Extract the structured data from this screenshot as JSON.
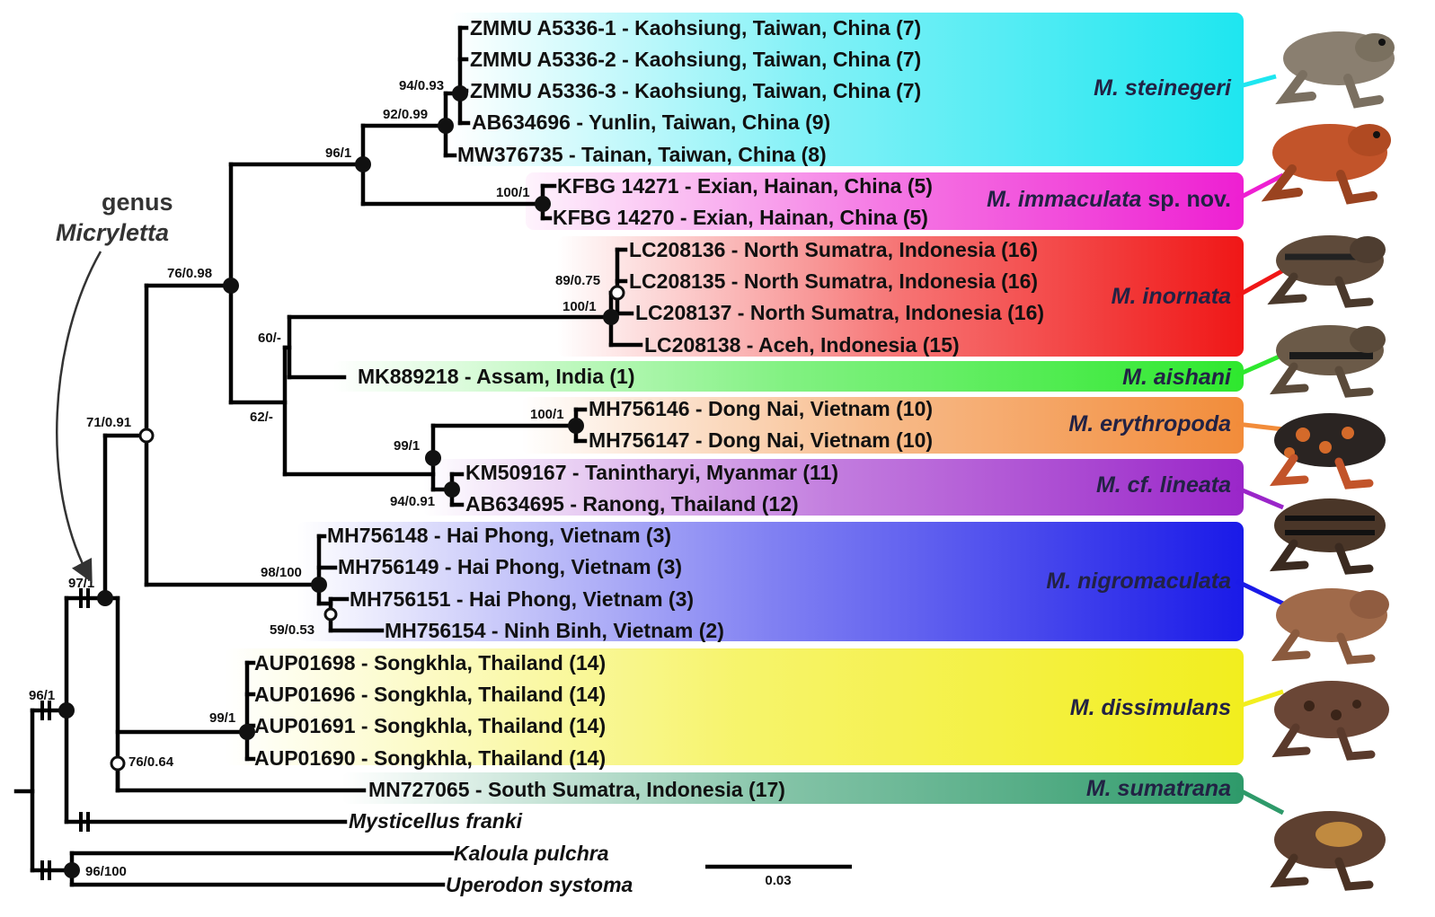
{
  "genus_annotation": {
    "line1": "genus",
    "line2": "Micryletta"
  },
  "scale_bar": {
    "label": "0.03"
  },
  "tips": [
    {
      "label": "ZMMU A5336-1 - Kaohsiung, Taiwan, China (7)"
    },
    {
      "label": "ZMMU A5336-2 - Kaohsiung, Taiwan, China (7)"
    },
    {
      "label": "ZMMU A5336-3 - Kaohsiung, Taiwan, China (7)"
    },
    {
      "label": "AB634696 - Yunlin, Taiwan, China (9)"
    },
    {
      "label": "MW376735  - Tainan, Taiwan, China (8)"
    },
    {
      "label": "KFBG 14271 - Exian, Hainan, China (5)"
    },
    {
      "label": "KFBG 14270 - Exian, Hainan, China (5)"
    },
    {
      "label": "LC208136 - North Sumatra, Indonesia (16)"
    },
    {
      "label": "LC208135 - North Sumatra, Indonesia (16)"
    },
    {
      "label": "LC208137 - North Sumatra, Indonesia (16)"
    },
    {
      "label": "LC208138 - Aceh, Indonesia (15)"
    },
    {
      "label": "MK889218 - Assam, India (1)"
    },
    {
      "label": "MH756146 - Dong Nai, Vietnam (10)"
    },
    {
      "label": "MH756147 - Dong Nai, Vietnam (10)"
    },
    {
      "label": "KM509167 - Tanintharyi, Myanmar (11)"
    },
    {
      "label": "AB634695 - Ranong, Thailand (12)"
    },
    {
      "label": "MH756148 - Hai Phong, Vietnam (3)"
    },
    {
      "label": "MH756149 - Hai Phong, Vietnam (3)"
    },
    {
      "label": "MH756151 - Hai Phong, Vietnam (3)"
    },
    {
      "label": "MH756154 - Ninh Binh, Vietnam (2)"
    },
    {
      "label": "AUP01698 - Songkhla, Thailand (14)"
    },
    {
      "label": "AUP01696 - Songkhla, Thailand (14)"
    },
    {
      "label": "AUP01691 - Songkhla, Thailand (14)"
    },
    {
      "label": "AUP01690 - Songkhla, Thailand (14)"
    },
    {
      "label": "MN727065 - South Sumatra, Indonesia (17)"
    },
    {
      "label": "Mysticellus franki"
    },
    {
      "label": "Kaloula pulchra"
    },
    {
      "label": "Uperodon systoma"
    }
  ],
  "support_values": [
    {
      "label": "94/0.93"
    },
    {
      "label": "92/0.99"
    },
    {
      "label": "96/1"
    },
    {
      "label": "100/1"
    },
    {
      "label": "76/0.98"
    },
    {
      "label": "89/0.75"
    },
    {
      "label": "100/1"
    },
    {
      "label": "60/-"
    },
    {
      "label": "62/-"
    },
    {
      "label": "100/1"
    },
    {
      "label": "99/1"
    },
    {
      "label": "94/0.91"
    },
    {
      "label": "71/0.91"
    },
    {
      "label": "98/100"
    },
    {
      "label": "59/0.53"
    },
    {
      "label": "97/1"
    },
    {
      "label": "99/1"
    },
    {
      "label": "76/0.64"
    },
    {
      "label": "96/1"
    },
    {
      "label": "96/100"
    }
  ],
  "clades": [
    {
      "name": "M. steinegeri",
      "suffix": "",
      "color": "#1ee6f0",
      "photo_color": "#8a7f70"
    },
    {
      "name": "M. immaculata",
      "suffix": " sp. nov.",
      "color": "#ee1fd2",
      "photo_color": "#c2542a"
    },
    {
      "name": "M. inornata",
      "suffix": "",
      "color": "#f01717",
      "photo_color": "#5e4a3a"
    },
    {
      "name": "M. aishani",
      "suffix": "",
      "color": "#2ee82e",
      "photo_color": "#6b5a48"
    },
    {
      "name": "M. erythropoda",
      "suffix": "",
      "color": "#f28c3a",
      "photo_color": "#2a2422"
    },
    {
      "name": "M. cf. lineata",
      "suffix": "",
      "color": "#9a26c9",
      "photo_color": "#4a3628"
    },
    {
      "name": "M. nigromaculata",
      "suffix": "",
      "color": "#1a1ae8",
      "photo_color": "#a06a4a"
    },
    {
      "name": "M. dissimulans",
      "suffix": "",
      "color": "#f2ee1e",
      "photo_color": "#6a4636"
    },
    {
      "name": "M. sumatrana",
      "suffix": "",
      "color": "#2e9a6a",
      "photo_color": "#5e4030"
    }
  ]
}
